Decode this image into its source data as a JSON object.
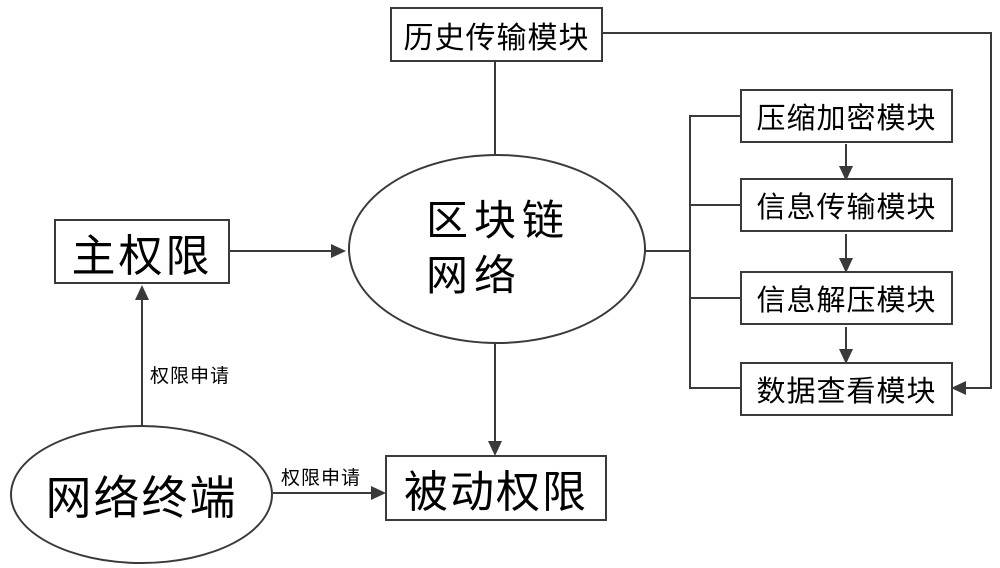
{
  "diagram": {
    "nodes": {
      "history_module": {
        "label": "历史传输模块"
      },
      "blockchain_network": {
        "label_line1": "区块链",
        "label_line2": "网络"
      },
      "main_authority": {
        "label": "主权限"
      },
      "network_terminal": {
        "label": "网络终端"
      },
      "passive_authority": {
        "label": "被动权限"
      },
      "compression_encryption_module": {
        "label": "压缩加密模块"
      },
      "info_transmission_module": {
        "label": "信息传输模块"
      },
      "info_decompression_module": {
        "label": "信息解压模块"
      },
      "data_view_module": {
        "label": "数据查看模块"
      }
    },
    "edge_labels": {
      "permission_request_left": "权限申请",
      "permission_request_right": "权限申请"
    },
    "colors": {
      "line": "#3a3a3a",
      "text": "#000000",
      "background": "#ffffff"
    }
  }
}
